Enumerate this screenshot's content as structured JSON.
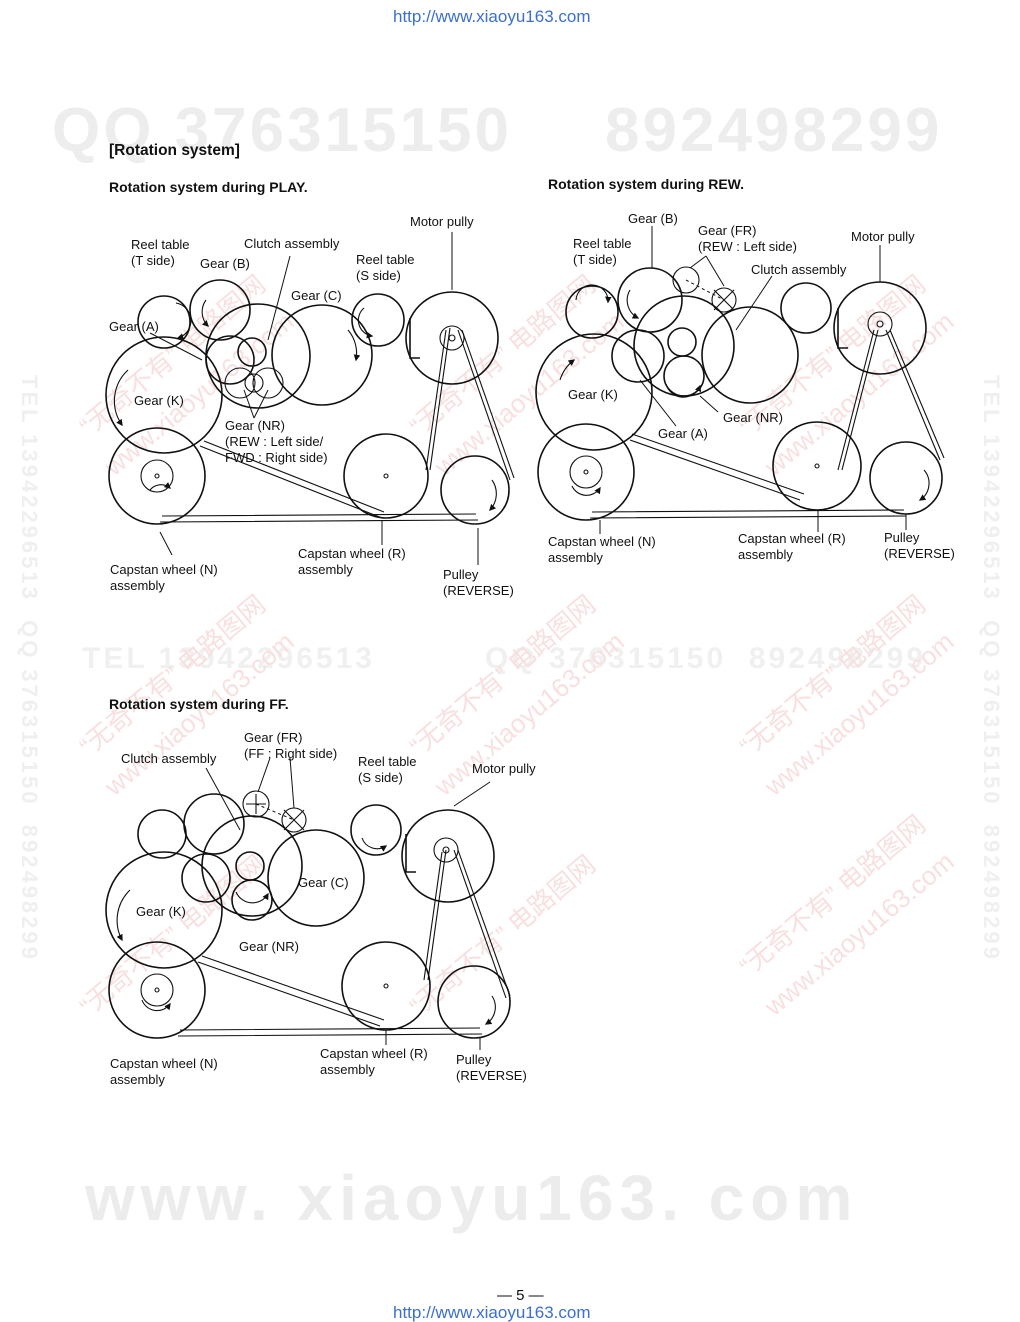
{
  "header_url": "http://www.xiaoyu163.com",
  "footer_url": "http://www.xiaoyu163.com",
  "page_number": "— 5 —",
  "watermarks": {
    "qq": "QQ 376315150",
    "num": "892498299",
    "tel_line": "TEL 13942296513",
    "qq_line": "QQ 376315150  892498299",
    "vertical": "TEL 13942296513  QQ 376315150  892498299",
    "diag_cn": "“无奇不有” 电路图网",
    "diag_url": "www.xiaoyu163.com",
    "bottom": "www. xiaoyu163. com"
  },
  "section_title": "[Rotation system]",
  "play": {
    "title": "Rotation system during PLAY.",
    "labels": {
      "reel_t": "Reel table\n(T side)",
      "gear_b": "Gear (B)",
      "clutch": "Clutch assembly",
      "motor": "Motor pully",
      "reel_s": "Reel table\n(S side)",
      "gear_c": "Gear (C)",
      "gear_a": "Gear (A)",
      "gear_k": "Gear (K)",
      "gear_nr": "Gear (NR)\n(REW : Left side/\nFWD : Right side)",
      "capstan_n": "Capstan wheel (N)\nassembly",
      "capstan_r": "Capstan wheel (R)\nassembly",
      "pulley": "Pulley\n(REVERSE)"
    }
  },
  "rew": {
    "title": "Rotation system during REW.",
    "labels": {
      "gear_b": "Gear (B)",
      "gear_fr": "Gear (FR)\n(REW : Left side)",
      "reel_t": "Reel table\n(T side)",
      "motor": "Motor pully",
      "clutch": "Clutch assembly",
      "gear_k": "Gear (K)",
      "gear_nr": "Gear (NR)",
      "gear_a": "Gear (A)",
      "capstan_n": "Capstan wheel (N)\nassembly",
      "capstan_r": "Capstan wheel (R)\nassembly",
      "pulley": "Pulley\n(REVERSE)"
    }
  },
  "ff": {
    "title": "Rotation system during FF.",
    "labels": {
      "gear_fr": "Gear (FR)\n(FF : Right side)",
      "clutch": "Clutch assembly",
      "reel_s": "Reel table\n(S side)",
      "motor": "Motor pully",
      "gear_c": "Gear (C)",
      "gear_k": "Gear (K)",
      "gear_nr": "Gear (NR)",
      "capstan_n": "Capstan wheel (N)\nassembly",
      "capstan_r": "Capstan wheel (R)\nassembly",
      "pulley": "Pulley\n(REVERSE)"
    }
  }
}
